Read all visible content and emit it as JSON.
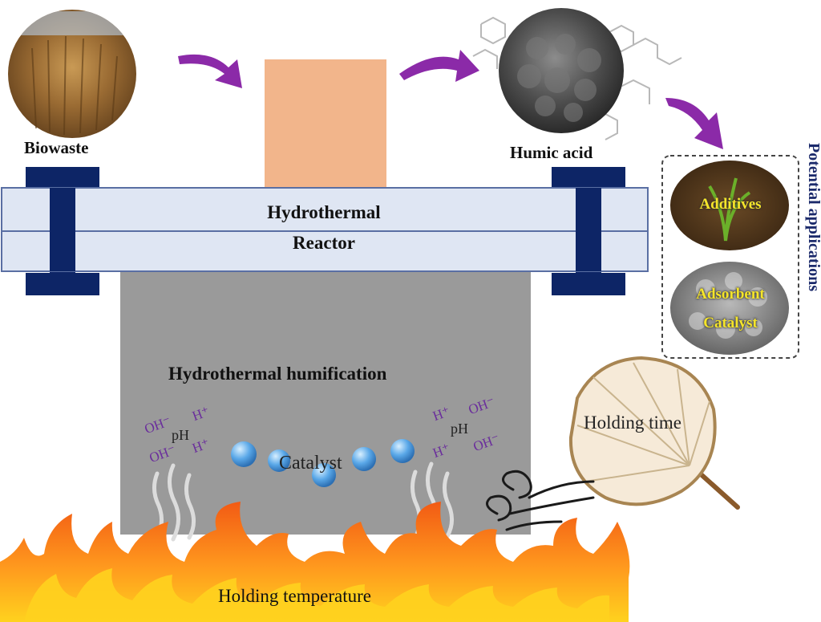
{
  "labels": {
    "biowaste": "Biowaste",
    "humic_acid": "Humic acid",
    "reactor_line1": "Hydrothermal",
    "reactor_line2": "Reactor",
    "humification": "Hydrothermal humification",
    "catalyst": "Catalyst",
    "holding_time": "Holding time",
    "holding_temperature": "Holding temperature",
    "potential_applications": "Potential applications"
  },
  "applications": {
    "additives": "Additives",
    "adsorbent": "Adsorbent",
    "catalyst": "Catalyst"
  },
  "ions": {
    "oh": "OH⁻",
    "h": "H⁺",
    "ph": "pH"
  },
  "colors": {
    "arrow": "#8b2aa8",
    "reactor_bar": "#dfe6f3",
    "reactor_border": "#5a6fa3",
    "clamp": "#0d2566",
    "vessel": "#9a9a9a",
    "sample": "#f2b58b",
    "flame_outer": "#f25a14",
    "flame_inner": "#ffd21e",
    "catalyst_bead": "#5aa8e8",
    "application_text": "#f5e52a",
    "potential_text": "#1b2a6b"
  },
  "icons": [
    "curved-arrow-icon",
    "fan-icon",
    "wind-swirl-icon",
    "steam-icon",
    "flame-icon"
  ]
}
